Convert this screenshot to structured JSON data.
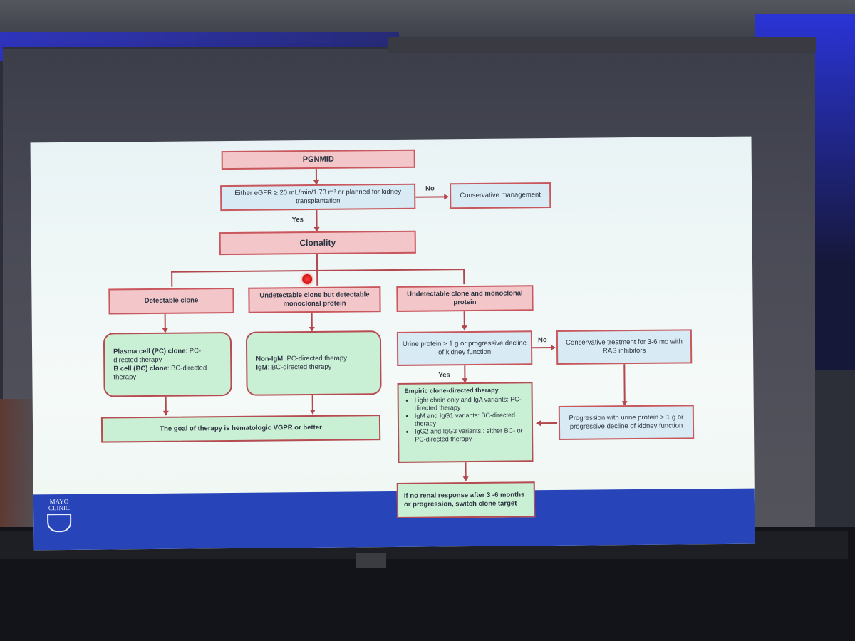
{
  "flowchart": {
    "root": "PGNMID",
    "criterion": "Either eGFR ≥ 20 mL/min/1.73 m² or planned for kidney transplantation",
    "no_label_1": "No",
    "conservative_management": "Conservative management",
    "yes_label_1": "Yes",
    "clonality": "Clonality",
    "branch_detectable": "Detectable clone",
    "branch_undetectable_protein": "Undetectable clone but detectable monoclonal protein",
    "branch_undetectable_both": "Undetectable clone and monoclonal protein",
    "detectable_therapy": {
      "pc_title": "Plasma cell (PC) clone",
      "pc_text": ": PC-directed therapy",
      "bc_title": "B cell (BC) clone",
      "bc_text": ": BC-directed therapy"
    },
    "protein_therapy": {
      "nonigm_title": "Non-IgM",
      "nonigm_text": ": PC-directed therapy",
      "igm_title": "IgM",
      "igm_text": ": BC-directed therapy"
    },
    "goal": "The goal of therapy is hematologic VGPR or better",
    "urine_protein": "Urine protein > 1 g or progressive decline of kidney function",
    "no_label_2": "No",
    "conservative_treatment": "Conservative treatment for 3-6 mo with RAS inhibitors",
    "yes_label_2": "Yes",
    "empiric": {
      "title": "Empiric clone-directed therapy",
      "items": [
        "Light chain only and IgA variants: PC-directed therapy",
        "IgM and IgG1 variants: BC-directed therapy",
        "IgG2 and IgG3 variants : either BC- or PC-directed therapy"
      ]
    },
    "progression": "Progression with urine protein > 1 g or progressive decline of kidney function",
    "no_response": "If no renal response after 3 -6 months or progression, switch clone target"
  },
  "branding": {
    "logo_line1": "MAYO",
    "logo_line2": "CLINIC"
  },
  "colors": {
    "pink_box": "#f3c7ca",
    "blue_box": "#d8eaf3",
    "green_box": "#c9efd4",
    "connector": "#b2474e",
    "footer_band": "#2745b8"
  }
}
